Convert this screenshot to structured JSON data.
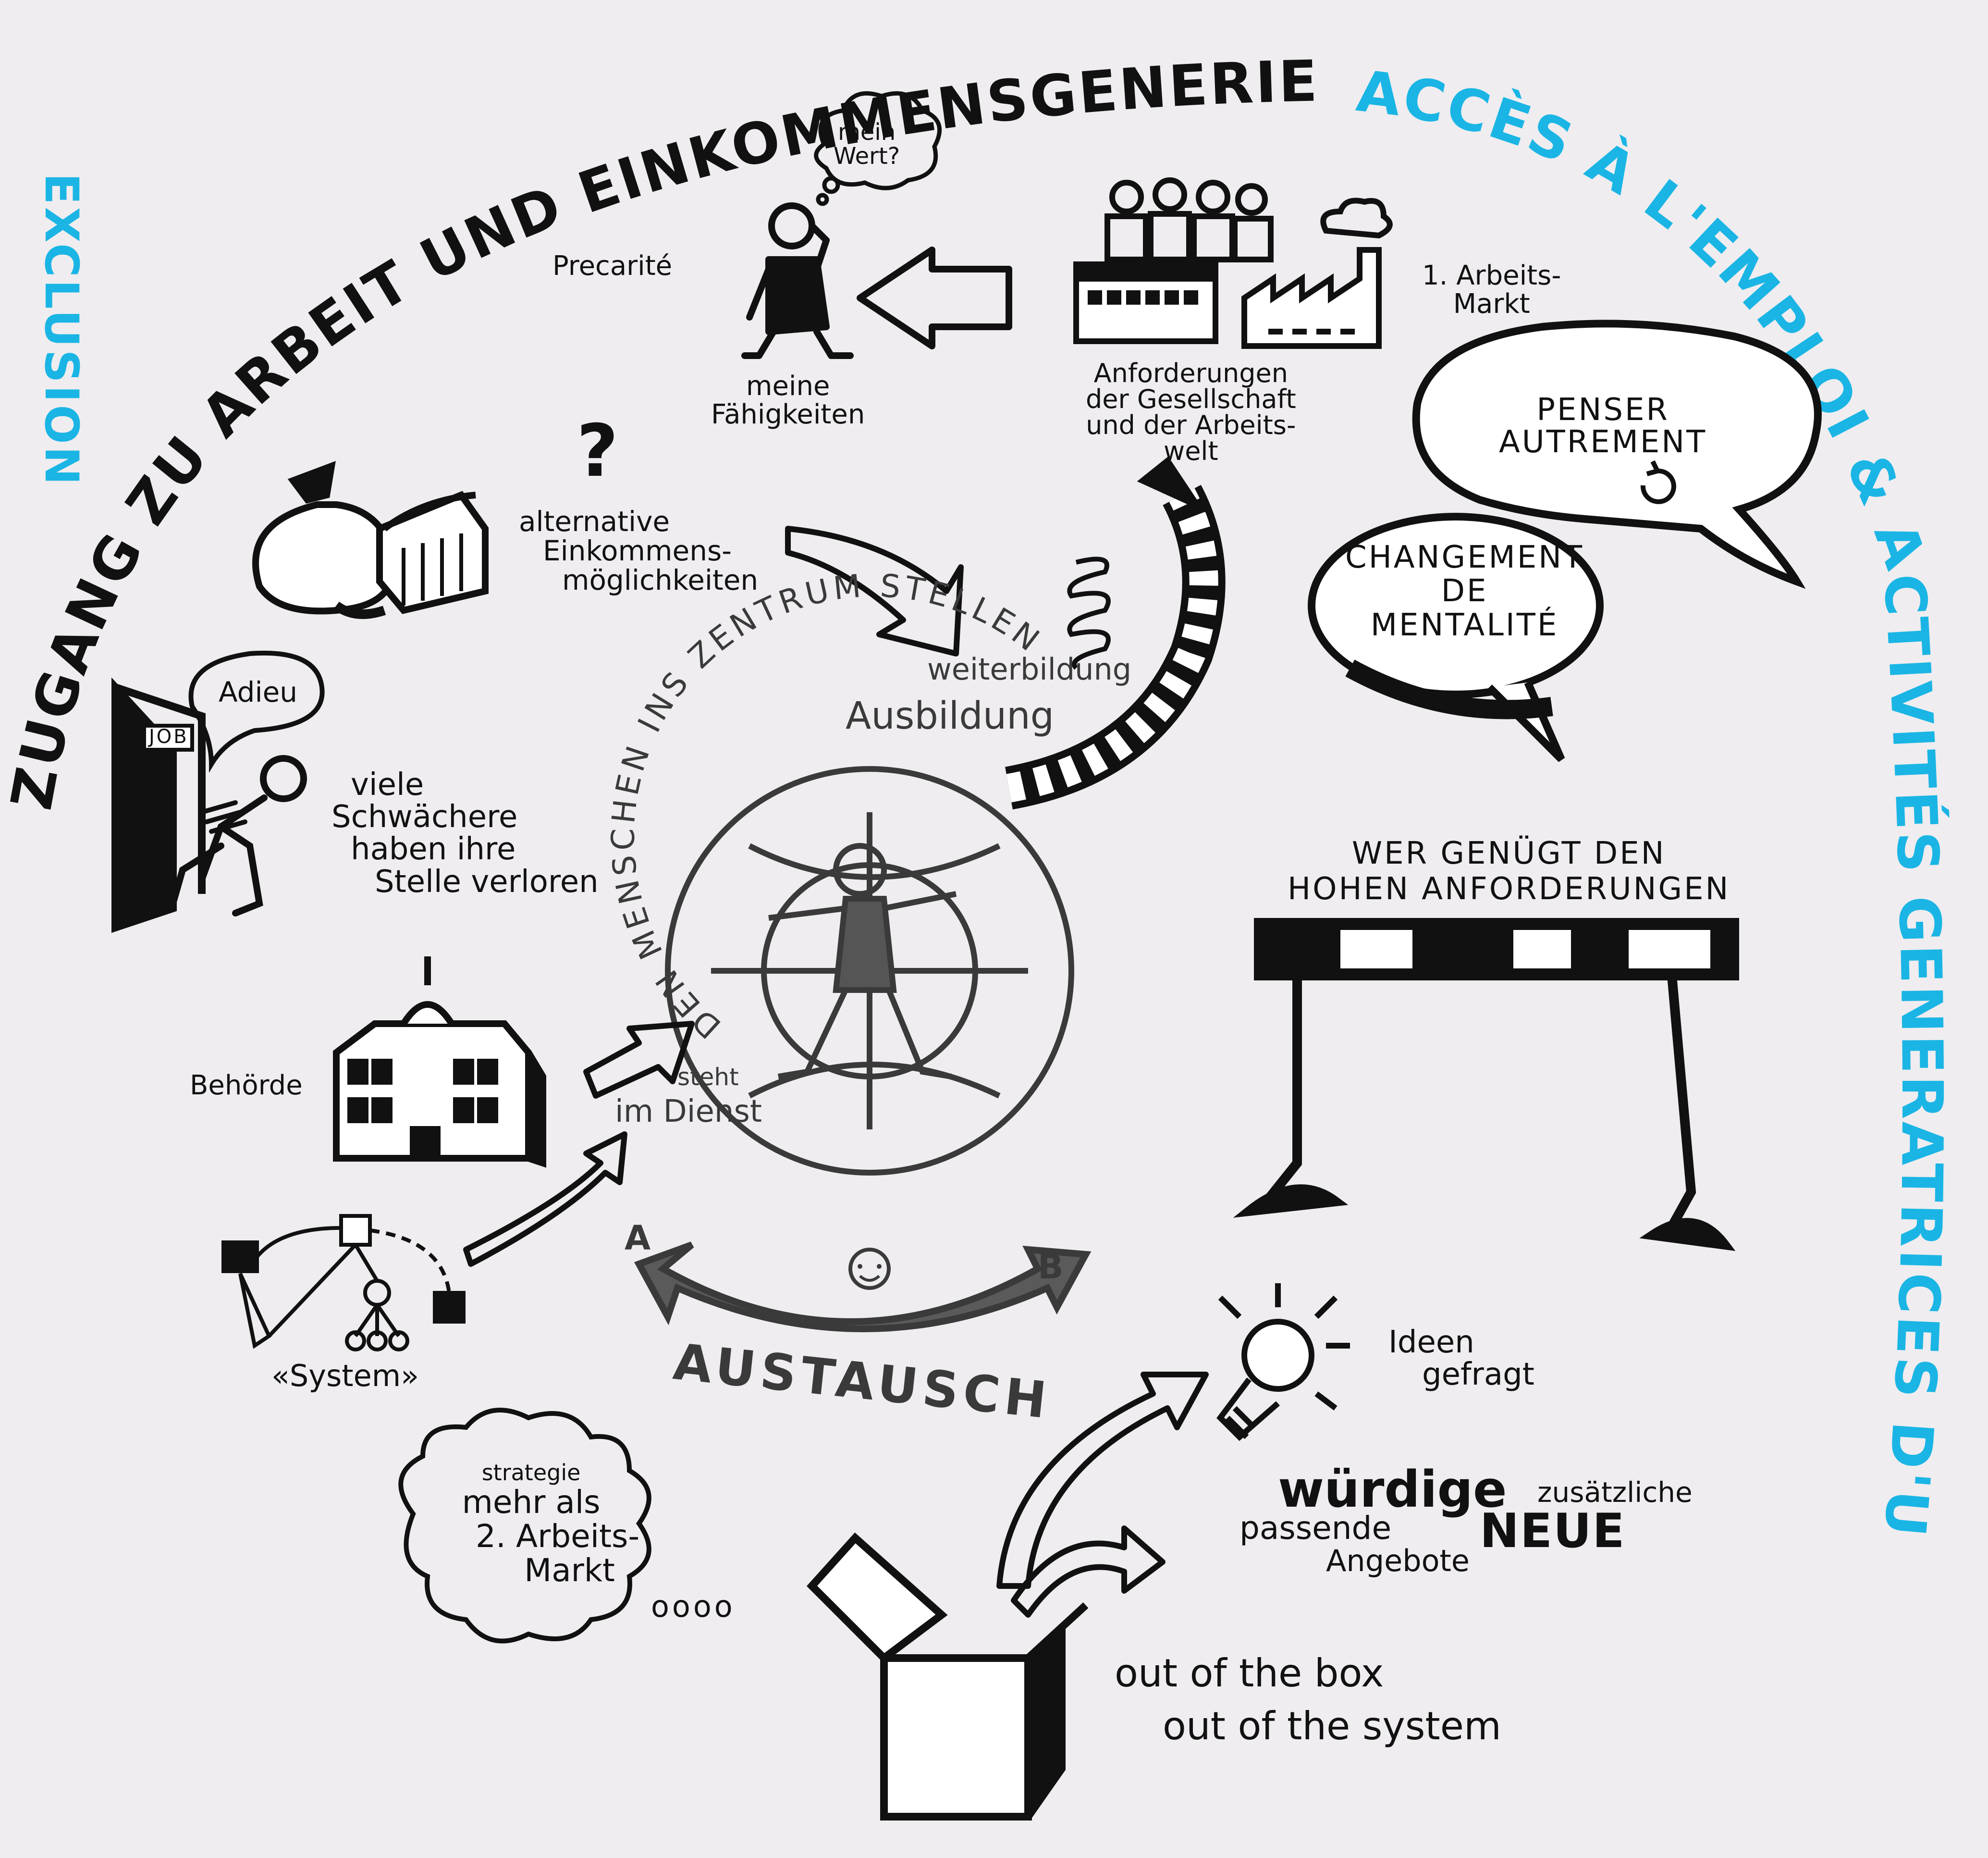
{
  "colors": {
    "ink": "#111111",
    "accent": "#1ab5e4",
    "paper": "#efedf0"
  },
  "arc_titles": {
    "german": "ZUGANG ZU ARBEIT UND EINKOMMENSGENERIERENDEN TÄTIGKEITEN",
    "french": "ACCÈS À L'EMPLOI & ACTIVITÉS GENERATRICES D'UN REVENU",
    "left_fragment": "EXCLUSION"
  },
  "top": {
    "thought_bubble": [
      "mein",
      "Wert?"
    ],
    "precarite": "Precarité",
    "faehigkeiten": [
      "meine",
      "Fähigkeiten"
    ],
    "arbeitsmarkt": [
      "1. Arbeits-",
      "Markt"
    ],
    "anforderungen": [
      "Anforderungen",
      "der Gesellschaft",
      "und der Arbeits-",
      "welt"
    ]
  },
  "speech": {
    "penser": [
      "PENSER",
      "AUTREMENT"
    ],
    "changement": [
      "CHANGEMENT",
      "DE",
      "MENTALITÉ"
    ]
  },
  "left": {
    "question_mark": "?",
    "alternative": [
      "alternative",
      "Einkommens-",
      "möglichkeiten"
    ],
    "job_sign": "JOB",
    "adieu": "Adieu",
    "schwaechere": [
      "viele",
      "Schwächere",
      "haben ihre",
      "Stelle verloren"
    ],
    "behoerde": "Behörde",
    "system": "«System»"
  },
  "middle": {
    "weiterbildung": "weiterbildung",
    "ausbildung": "Ausbildung",
    "circle_text": "DEN MENSCHEN INS ZENTRUM STELLEN",
    "steht": "steht",
    "im_dienst": "im Dienst",
    "point_a": "A",
    "point_b": "B",
    "austausch": "AUSTAUSCH"
  },
  "right": {
    "hurdle": [
      "WER GENÜGT DEN",
      "HOHEN ANFORDERUNGEN"
    ],
    "ideen": [
      "Ideen",
      "gefragt"
    ],
    "wuerdige": "würdige",
    "zusaetzliche": "zusätzliche",
    "passende": "passende",
    "angebote": "Angebote",
    "neue": "NEUE",
    "out_box": "out of the box",
    "out_system": "out of the system"
  },
  "bottom": {
    "strategie": "strategie",
    "mehr_als": "mehr als",
    "arbeitsmarkt2": [
      "2. Arbeits-",
      "Markt"
    ],
    "dots": "oooo"
  }
}
